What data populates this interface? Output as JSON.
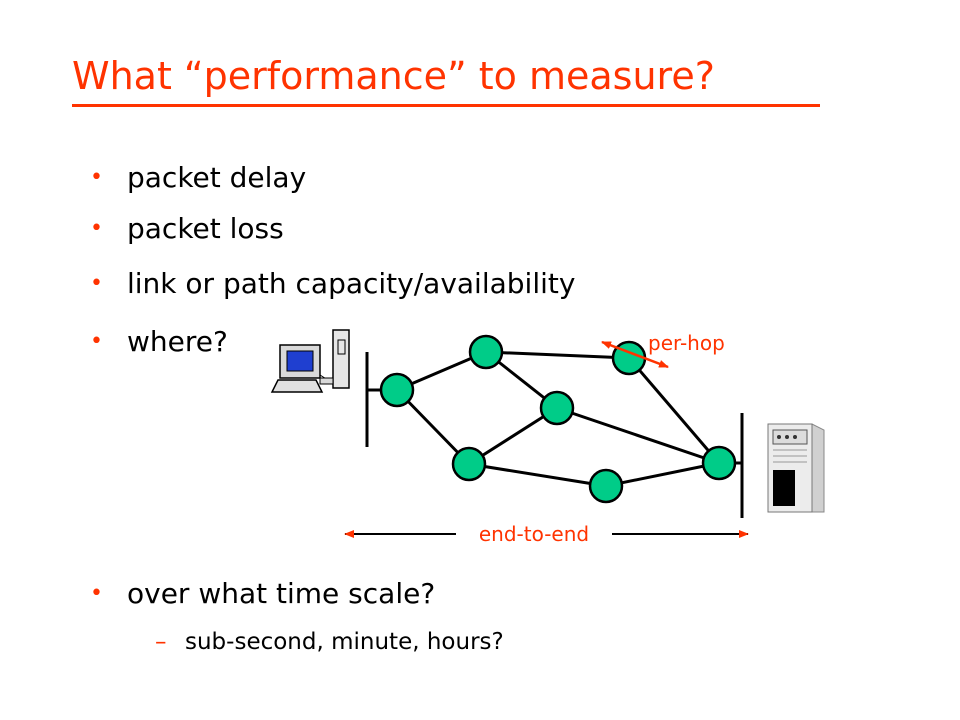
{
  "title": "What “performance” to measure?",
  "bullets": [
    "packet delay",
    "packet loss",
    "link or path capacity/availability",
    "where?",
    "over what time scale?"
  ],
  "sub_bullets": [
    "sub-second, minute, hours?"
  ],
  "diagram": {
    "per_hop_label": "per-hop",
    "end_to_end_label": "end-to-end"
  },
  "colors": {
    "accent": "#ff3300",
    "node_fill": "#00cc88",
    "link": "#000000"
  }
}
